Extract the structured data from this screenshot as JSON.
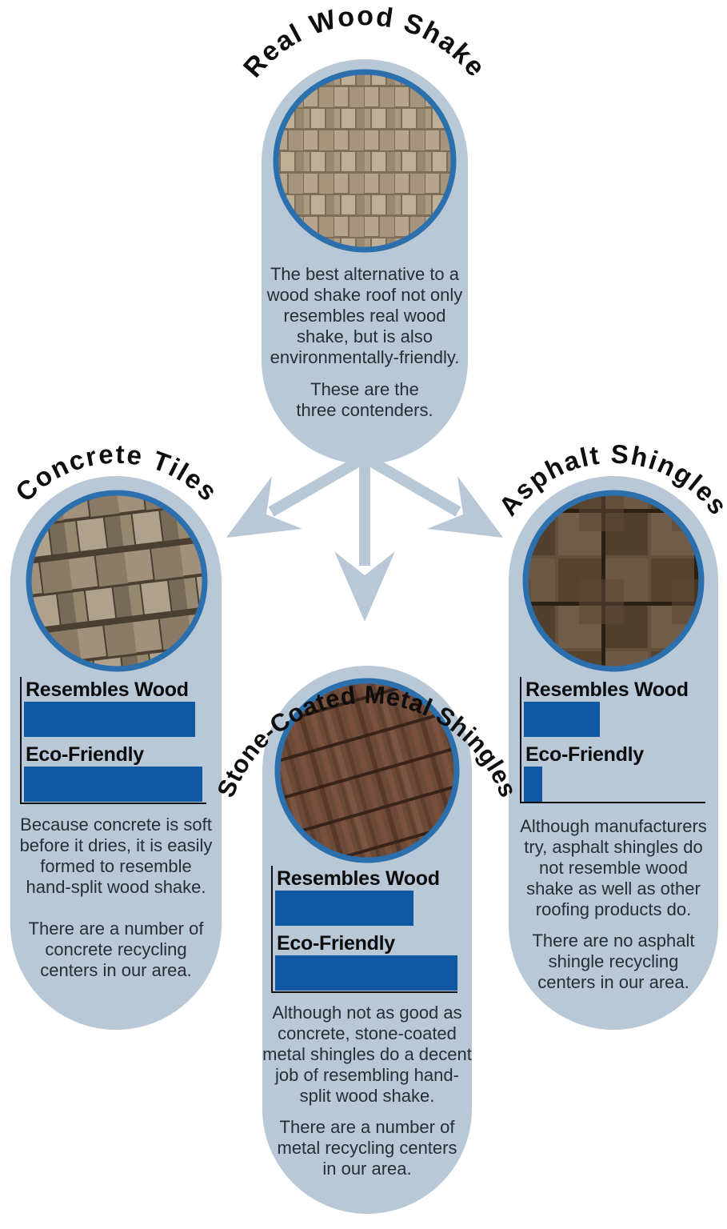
{
  "colors": {
    "background": "#ffffff",
    "pill_background": "#b9c8d7",
    "bar_blue": "#1158a2",
    "photo_ring_blue": "#2b6fad",
    "title_text": "#0e0e0e",
    "body_text": "#252e37",
    "axis_black": "#111111"
  },
  "top": {
    "title": "Real Wood Shake",
    "photo": "wood-shake-roof-photo",
    "paragraph1": "The best alternative to a wood shake roof not only resembles real wood shake, but is also environmentally-friendly.",
    "paragraph2": "These are the three contenders.",
    "arrows": [
      "arrow-to-concrete-tiles",
      "arrow-to-stone-coated-metal-shingles",
      "arrow-to-asphalt-shingles"
    ]
  },
  "sections": [
    {
      "id": "concrete-tiles",
      "title": "Concrete Tiles",
      "photo": "concrete-tiles-roof-photo",
      "paragraph1": "Because concrete is soft before it dries, it is easily formed to resemble hand-split wood shake.",
      "paragraph2": "There are a number of concrete recycling centers in our area."
    },
    {
      "id": "stone-coated-metal-shingles",
      "title": "Stone-Coated Metal Shingles",
      "photo": "stone-coated-metal-shingles-roof-photo",
      "paragraph1": "Although not as good as concrete, stone-coated metal shingles do a decent job of resembling hand-split wood shake.",
      "paragraph2": "There are a number of metal recycling centers in our area."
    },
    {
      "id": "asphalt-shingles",
      "title": "Asphalt Shingles",
      "photo": "asphalt-shingles-roof-photo",
      "paragraph1": "Although manufacturers try, asphalt shingles do not resemble wood shake as well as other roofing products do.",
      "paragraph2": "There are no asphalt shingle recycling centers in our area."
    }
  ],
  "chart_data": [
    {
      "type": "bar",
      "orientation": "horizontal",
      "title": "Concrete Tiles ratings",
      "categories": [
        "Resembles Wood",
        "Eco-Friendly"
      ],
      "values": [
        94,
        98
      ],
      "xlim": [
        0,
        100
      ],
      "value_format": "relative bar length, % of axis width (estimated; no numeric labels shown)"
    },
    {
      "type": "bar",
      "orientation": "horizontal",
      "title": "Stone-Coated Metal Shingles ratings",
      "categories": [
        "Resembles Wood",
        "Eco-Friendly"
      ],
      "values": [
        76,
        100
      ],
      "xlim": [
        0,
        100
      ],
      "value_format": "relative bar length, % of axis width (estimated; no numeric labels shown)"
    },
    {
      "type": "bar",
      "orientation": "horizontal",
      "title": "Asphalt Shingles ratings",
      "categories": [
        "Resembles Wood",
        "Eco-Friendly"
      ],
      "values": [
        42,
        10
      ],
      "xlim": [
        0,
        100
      ],
      "value_format": "relative bar length, % of axis width (estimated; no numeric labels shown)"
    }
  ]
}
